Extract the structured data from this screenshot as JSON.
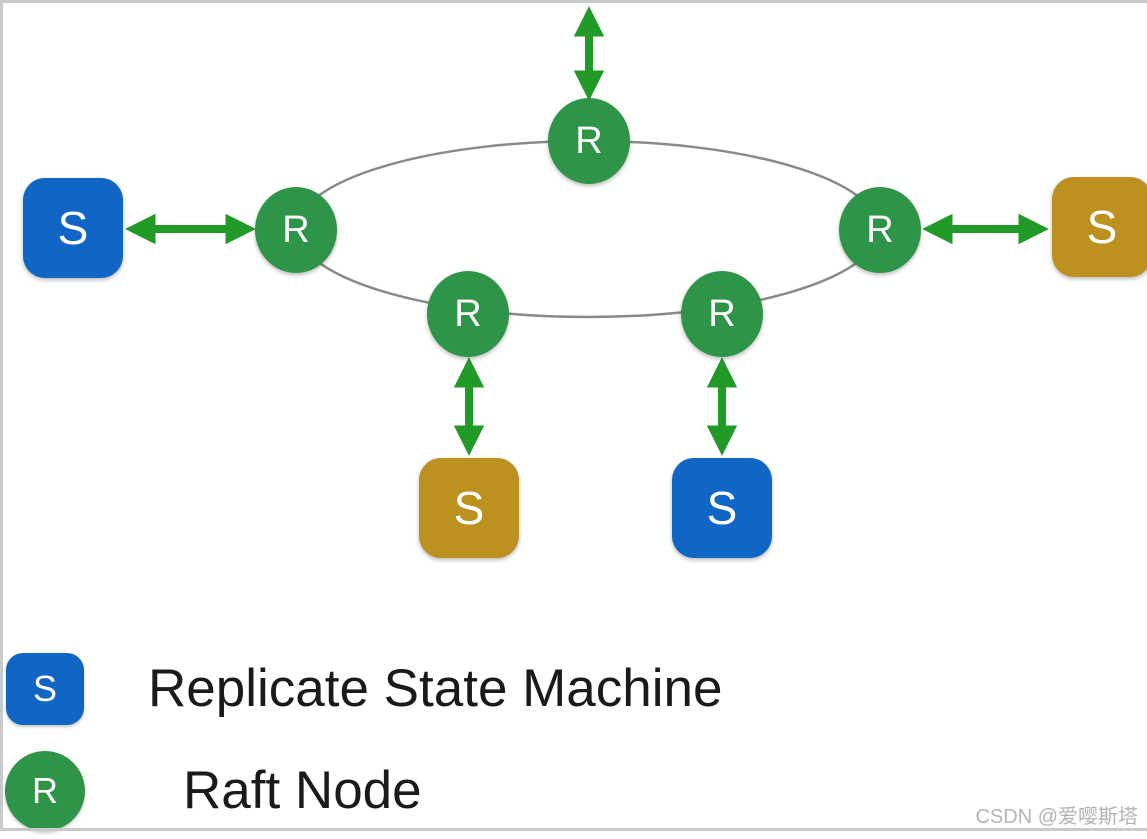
{
  "topology": {
    "description": "Raft cluster ring of 5 raft nodes; 4 of them attached to replicate state machines via bidirectional arrows",
    "raft_nodes": [
      {
        "position": "top",
        "label": "R"
      },
      {
        "position": "left",
        "label": "R"
      },
      {
        "position": "right",
        "label": "R"
      },
      {
        "position": "bottom-left",
        "label": "R"
      },
      {
        "position": "bottom-right",
        "label": "R"
      }
    ],
    "state_machines": [
      {
        "position": "left",
        "label": "S",
        "color": "blue"
      },
      {
        "position": "right",
        "label": "S",
        "color": "gold"
      },
      {
        "position": "bottom-left",
        "label": "S",
        "color": "gold"
      },
      {
        "position": "bottom-right",
        "label": "S",
        "color": "blue"
      }
    ]
  },
  "legend": {
    "items": [
      {
        "symbol": "S",
        "swatch": "blue-rounded-square",
        "label": "Replicate State Machine"
      },
      {
        "symbol": "R",
        "swatch": "green-circle",
        "label": "Raft Node"
      }
    ]
  },
  "watermark": "CSDN @爱嘤斯塔",
  "colors": {
    "raft_node_green": "#2e9447",
    "arrow_green": "#229a28",
    "state_machine_blue": "#1166c5",
    "state_machine_gold": "#bd9120",
    "ring_gray": "#8a8a8a",
    "border_gray": "#c9cacc",
    "watermark_gray": "#b3b4b6",
    "legend_text_color": "#1a1a1a"
  }
}
